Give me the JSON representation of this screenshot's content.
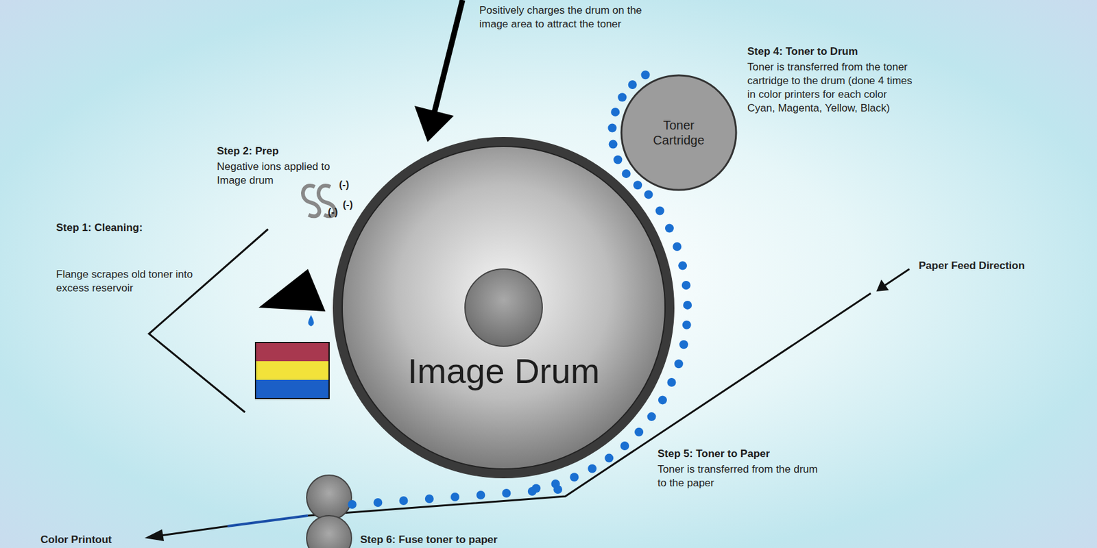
{
  "diagram": {
    "nodes": [
      {
        "text": [
          "Image Drum"
        ]
      },
      {
        "text": [
          "Toner Cartridge"
        ]
      }
    ],
    "labels": [
      "Positively charges the drum on the image area to attract the toner",
      "Step 4: Toner to Drum",
      "Toner is transferred from the toner cartridge to the drum (done 4 times in color printers for each color Cyan, Magenta, Yellow, Black)",
      "Step 2: Prep",
      "Negative ions applied to Image drum",
      "(-)",
      "(-)",
      "(-)",
      "Step 1: Cleaning:",
      "Flange scrapes old toner into excess reservoir",
      "Paper Feed Direction",
      "Step 5: Toner to Paper",
      "Toner is transferred from the drum to the paper",
      "Color Printout",
      "Step 6: Fuse toner to paper"
    ]
  }
}
